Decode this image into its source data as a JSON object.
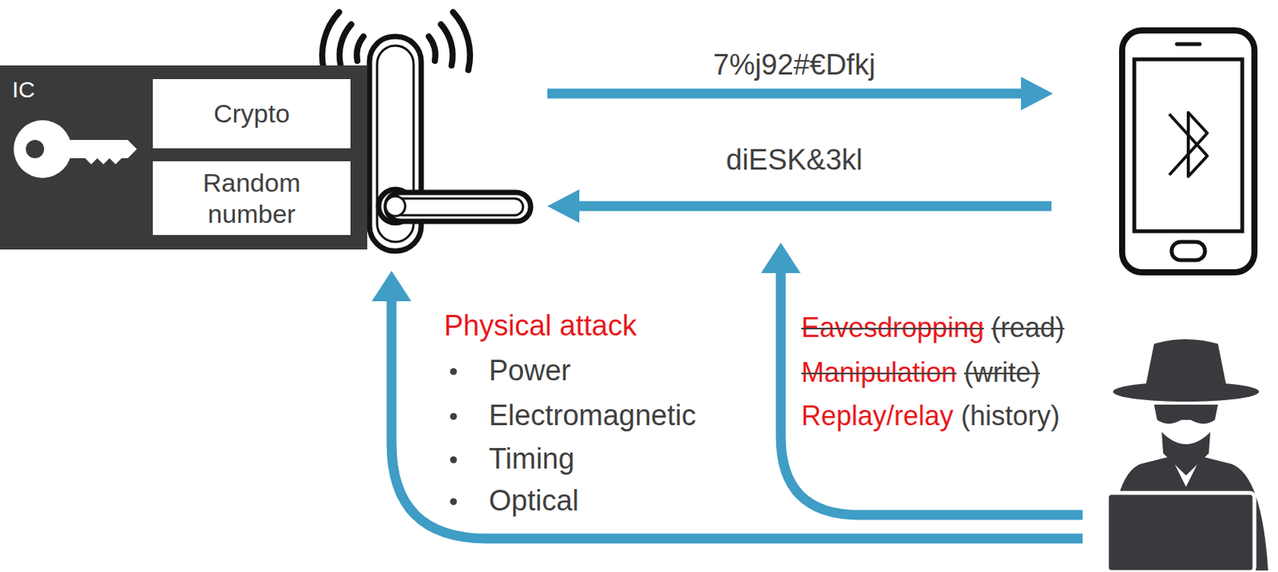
{
  "diagram": {
    "nodes": [
      {
        "text": [
          "IC"
        ]
      },
      {
        "text": [
          "Crypto"
        ],
        "in": 0
      },
      {
        "text": [
          "Random number"
        ],
        "in": 0
      }
    ],
    "labels": [
      "7%j92#€Dfkj",
      "diESK&3kl",
      "Physical attack",
      "Power",
      "Electromagnetic",
      "Timing",
      "Optical",
      "Eavesdropping",
      "(read)",
      "Manipulation",
      "(write)",
      "Replay/relay",
      "(history)"
    ]
  }
}
